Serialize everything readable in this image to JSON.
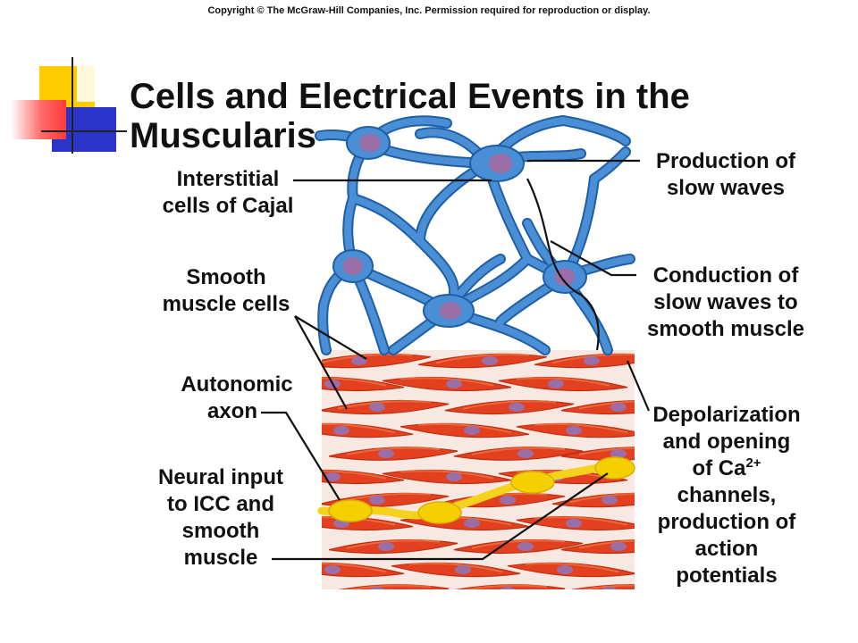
{
  "copyright": "Copyright © The McGraw-Hill Companies, Inc. Permission required for reproduction or display.",
  "title": {
    "line1": "Cells and Electrical Events in the",
    "line2": "Muscularis"
  },
  "labels": {
    "icc": [
      "Interstitial",
      "cells of Cajal"
    ],
    "smooth": [
      "Smooth",
      "muscle cells"
    ],
    "autonomic": [
      "Autonomic",
      "axon"
    ],
    "neural": [
      "Neural input",
      "to ICC and",
      "smooth",
      "muscle"
    ],
    "production": [
      "Production of",
      "slow waves"
    ],
    "conduction": [
      "Conduction of",
      "slow waves to",
      "smooth muscle"
    ],
    "depol": {
      "line1": "Depolarization",
      "line2": "and opening",
      "line3_prefix": "of Ca",
      "line3_sup": "2+",
      "line4": "channels,",
      "line5": "production of",
      "line6": "action",
      "line7": "potentials"
    }
  },
  "colors": {
    "icc_fill": "#4a8fd6",
    "icc_stroke": "#1e5fa6",
    "nucleus": "#9a6fa8",
    "muscle_fill": "#e2401f",
    "muscle_stroke": "#c22d10",
    "muscle_highlight": "#f27a46",
    "axon": "#f5d21c",
    "axon_varicosity": "#f4d000",
    "deco_yellow": "#ffcc00",
    "deco_blue": "#2b34c9",
    "deco_red": "#ff5a5a"
  }
}
